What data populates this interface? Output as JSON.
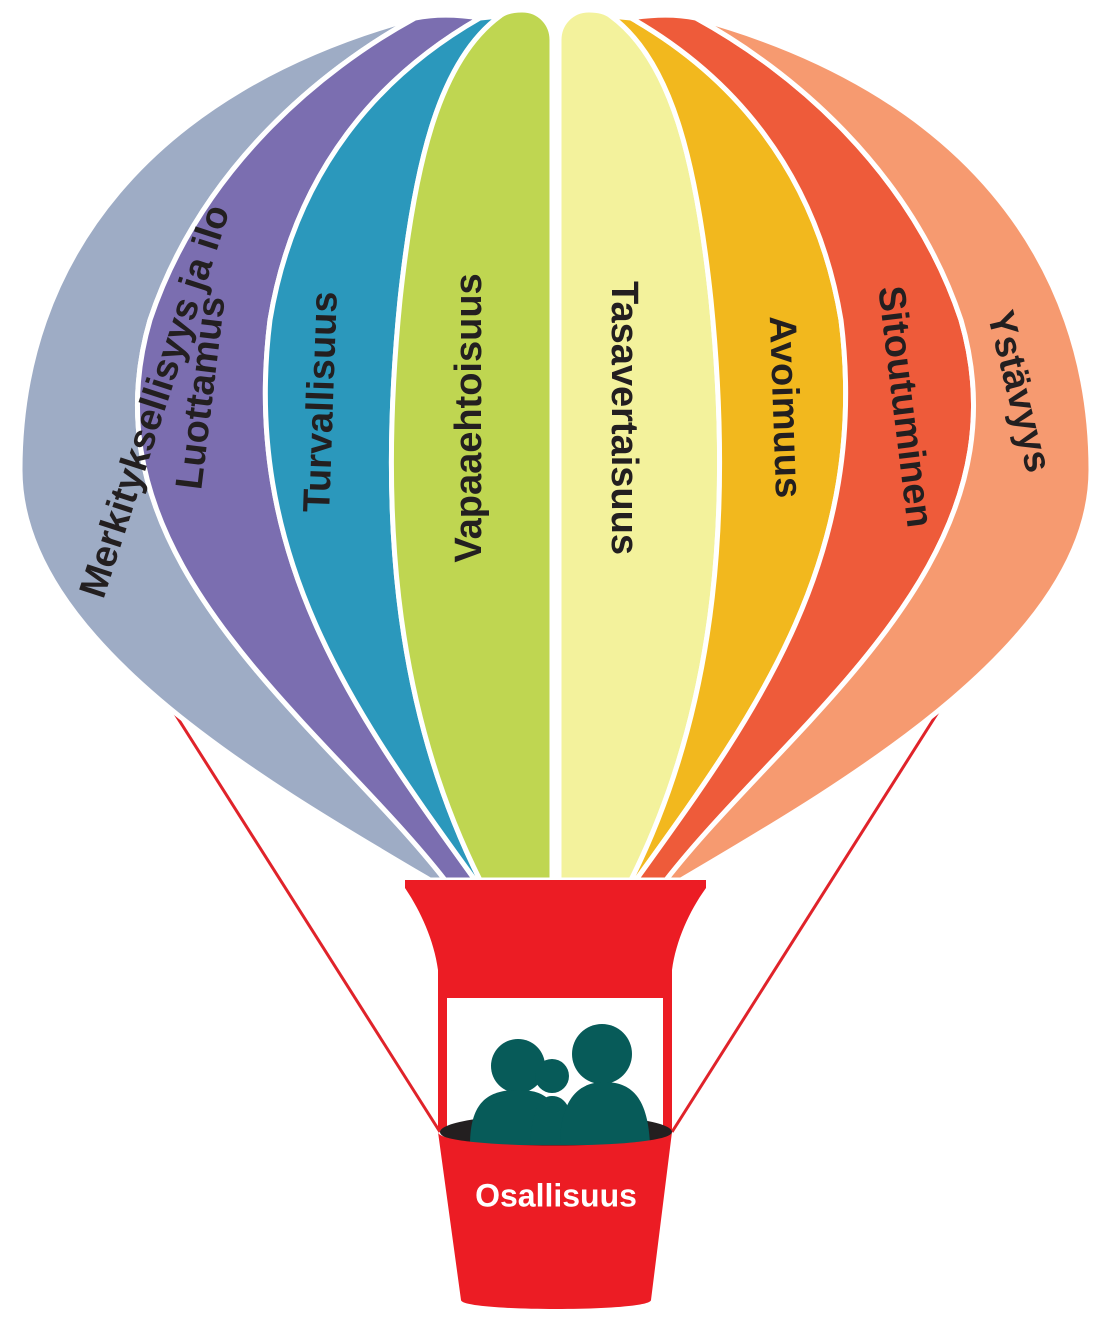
{
  "balloon": {
    "segments": [
      {
        "label": "Merkityksellisyys ja ilo",
        "color": "#9eacc5"
      },
      {
        "label": "Luottamus",
        "color": "#7b6eb0"
      },
      {
        "label": "Turvallisuus",
        "color": "#2b98bc"
      },
      {
        "label": "Vapaaehtoisuus",
        "color": "#bfd651"
      },
      {
        "label": "Tasavertaisuus",
        "color": "#f3f29c"
      },
      {
        "label": "Avoimuus",
        "color": "#f2b81e"
      },
      {
        "label": "Sitoutuminen",
        "color": "#ee5b3a"
      },
      {
        "label": "Ystävyys",
        "color": "#f69a70"
      }
    ]
  },
  "basket": {
    "label": "Osallisuus",
    "color": "#ec1c24",
    "rope_color": "#e0232a",
    "people_color": "#075b59"
  }
}
